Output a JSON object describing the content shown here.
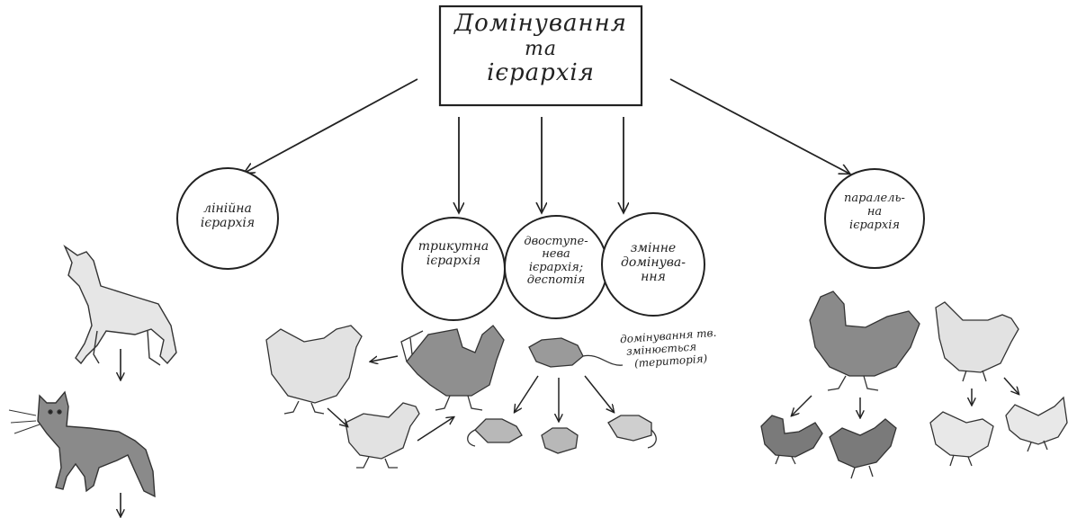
{
  "root": {
    "lines": [
      "Домінування",
      "та",
      "ієрархія"
    ]
  },
  "nodes": [
    {
      "id": "linear",
      "lines": [
        "лінійна",
        "ієрархія"
      ]
    },
    {
      "id": "triangle",
      "lines": [
        "трикутна",
        "ієрархія"
      ]
    },
    {
      "id": "two-level",
      "lines": [
        "двоступе-",
        "нева",
        "ієрархія;",
        "деспотія"
      ]
    },
    {
      "id": "changing",
      "lines": [
        "змінне",
        "домінува-",
        "ння"
      ]
    },
    {
      "id": "parallel",
      "lines": [
        "паралель-",
        "на",
        "ієрархія"
      ]
    }
  ],
  "annotation": {
    "lines": [
      "домінування тв.",
      "змінюється",
      "(територія)"
    ]
  },
  "colors": {
    "ink": "#222222",
    "paper": "#ffffff",
    "fur": "#8a8a8a",
    "light": "#d9d9d9"
  }
}
